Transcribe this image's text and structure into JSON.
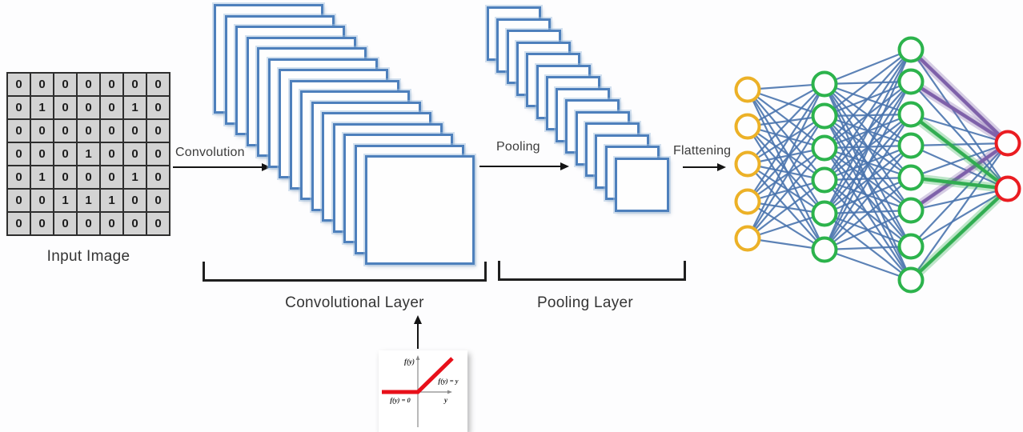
{
  "colors": {
    "feature_map_border": "#4e80bc",
    "grid_cell_fill": "#d3d3d3",
    "grid_line": "#2e2e2e",
    "connection_blue": "#4a74ae",
    "neuron_yellow": "#ecb127",
    "neuron_green": "#2cb34c",
    "neuron_red": "#ea1c21",
    "highlight_purple": "#7e5fa9",
    "highlight_green": "#2fae4e",
    "relu_line_red": "#e8101a",
    "arrow_black": "#141414"
  },
  "input_image": {
    "label": "Input Image",
    "grid_values": [
      [
        0,
        0,
        0,
        0,
        0,
        0,
        0
      ],
      [
        0,
        1,
        0,
        0,
        0,
        1,
        0
      ],
      [
        0,
        0,
        0,
        0,
        0,
        0,
        0
      ],
      [
        0,
        0,
        0,
        1,
        0,
        0,
        0
      ],
      [
        0,
        1,
        0,
        0,
        0,
        1,
        0
      ],
      [
        0,
        0,
        1,
        1,
        1,
        0,
        0
      ],
      [
        0,
        0,
        0,
        0,
        0,
        0,
        0
      ]
    ]
  },
  "process_arrows": {
    "convolution": "Convolution",
    "pooling": "Pooling",
    "flattening": "Flattening"
  },
  "conv_layer": {
    "label": "Convolutional Layer",
    "feature_map_count": 15
  },
  "pool_layer": {
    "label": "Pooling Layer",
    "feature_map_count": 14
  },
  "activation_plot": {
    "y_axis_label": "f(y)",
    "x_axis_label": "y",
    "negative_region_label": "f(y) = 0",
    "positive_region_label": "f(y) = y"
  },
  "network": {
    "layers": [
      {
        "name": "input-layer",
        "neuron_count": 5,
        "color": "#ecb127"
      },
      {
        "name": "hidden-layer-1",
        "neuron_count": 6,
        "color": "#2cb34c"
      },
      {
        "name": "hidden-layer-2",
        "neuron_count": 8,
        "color": "#2cb34c"
      },
      {
        "name": "output-layer",
        "neuron_count": 2,
        "color": "#ea1c21"
      }
    ],
    "connection_style": "fully-connected",
    "connection_color": "#4a74ae",
    "highlighted_connections": [
      {
        "from_layer": 2,
        "from_neuron": 0,
        "to_layer": 3,
        "to_neuron": 0,
        "color": "#7e5fa9"
      },
      {
        "from_layer": 2,
        "from_neuron": 1,
        "to_layer": 3,
        "to_neuron": 0,
        "color": "#7e5fa9"
      },
      {
        "from_layer": 2,
        "from_neuron": 5,
        "to_layer": 3,
        "to_neuron": 0,
        "color": "#7e5fa9"
      },
      {
        "from_layer": 2,
        "from_neuron": 2,
        "to_layer": 3,
        "to_neuron": 1,
        "color": "#2fae4e"
      },
      {
        "from_layer": 2,
        "from_neuron": 4,
        "to_layer": 3,
        "to_neuron": 1,
        "color": "#2fae4e"
      },
      {
        "from_layer": 2,
        "from_neuron": 7,
        "to_layer": 3,
        "to_neuron": 1,
        "color": "#2fae4e"
      }
    ]
  }
}
